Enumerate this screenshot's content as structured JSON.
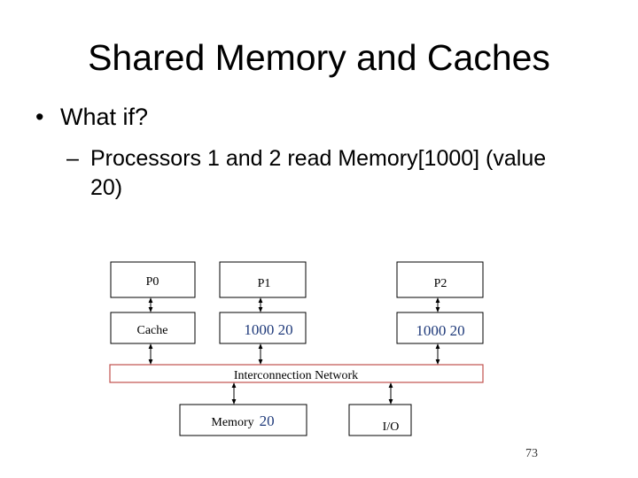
{
  "slide": {
    "title": "Shared Memory and Caches",
    "bullet": "What if?",
    "sub_bullet_line1": "Processors 1 and 2 read Memory[1000] (value",
    "sub_bullet_line2": "20)",
    "page_number": "73"
  },
  "diagram": {
    "p0": "P0",
    "p1": "P1",
    "p2": "P2",
    "cache0_label": "Cache",
    "cache1_value": "1000 20",
    "cache2_value": "1000 20",
    "network": "Interconnection Network",
    "memory_label": "Memory",
    "memory_value": "20",
    "io": "I/O",
    "colors": {
      "network_border": "#c0504d",
      "value_text": "#1f3a7a",
      "box_border": "#000000"
    }
  }
}
